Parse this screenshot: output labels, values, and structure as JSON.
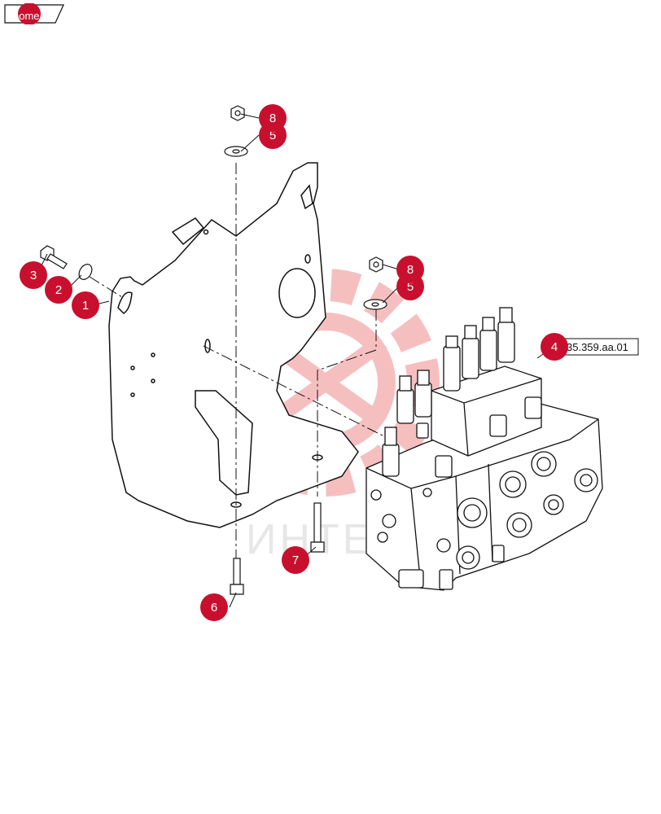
{
  "nav": {
    "home_label": "home"
  },
  "watermark": {
    "text": "ИНТЕХ",
    "color": "#e84b4b"
  },
  "reference": {
    "label": "35.359.aa.01"
  },
  "colors": {
    "callout": "#c8102e",
    "line": "#111111",
    "background": "#ffffff"
  },
  "callouts": [
    {
      "id": "c8a",
      "label": "8"
    },
    {
      "id": "c5a",
      "label": "5"
    },
    {
      "id": "c3",
      "label": "3"
    },
    {
      "id": "c2",
      "label": "2"
    },
    {
      "id": "c1",
      "label": "1"
    },
    {
      "id": "c8b",
      "label": "8"
    },
    {
      "id": "c5b",
      "label": "5"
    },
    {
      "id": "c4",
      "label": "4"
    },
    {
      "id": "c7",
      "label": "7"
    },
    {
      "id": "c6",
      "label": "6"
    }
  ]
}
